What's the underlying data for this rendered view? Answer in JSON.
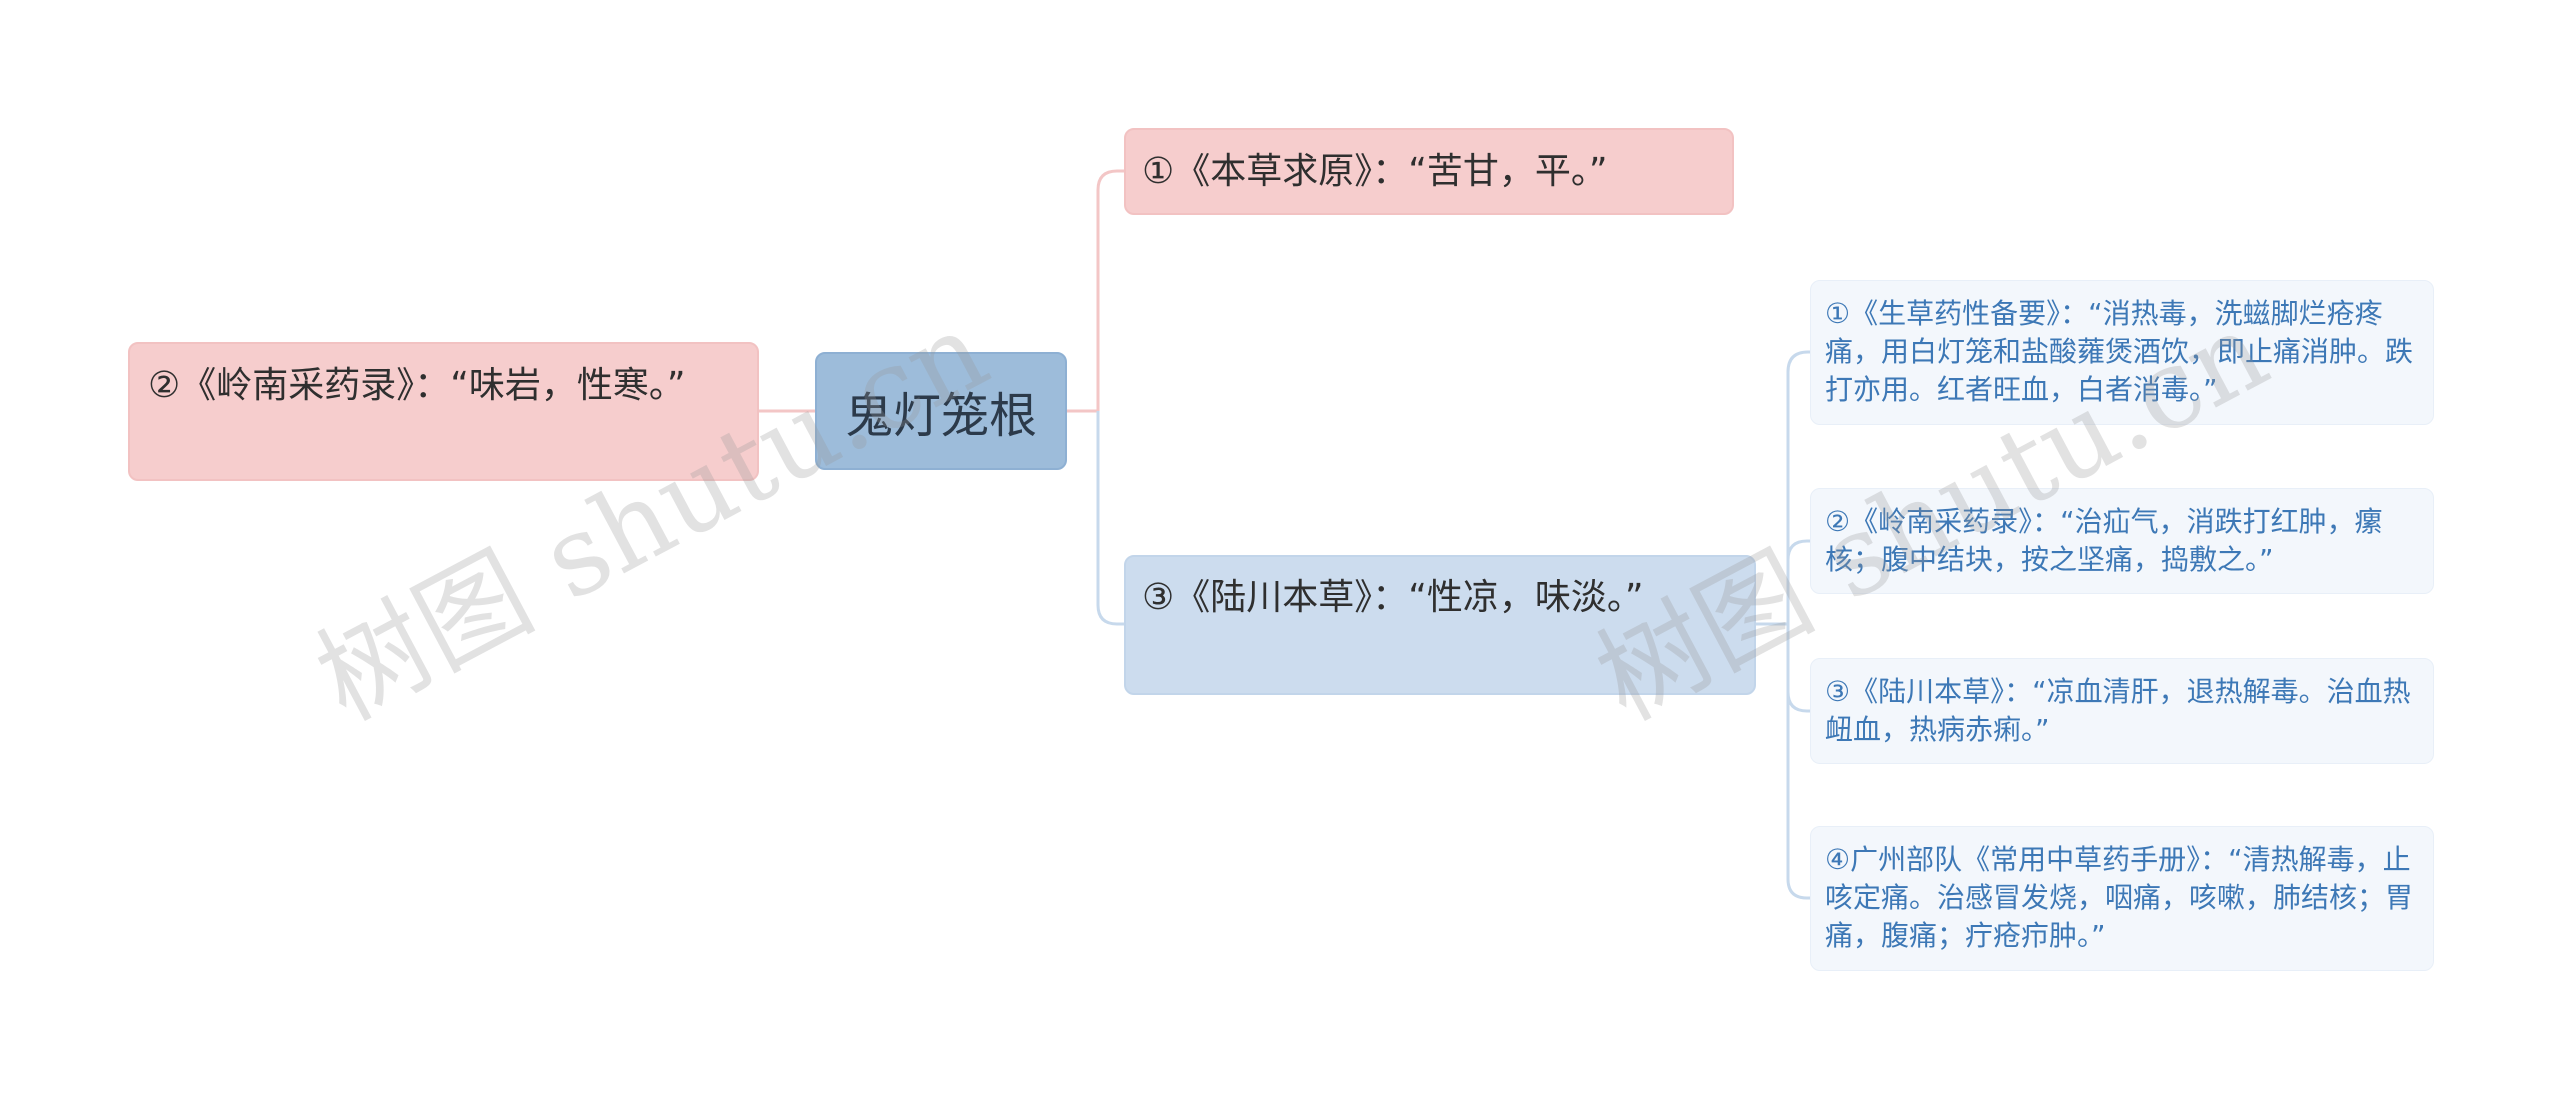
{
  "mindmap": {
    "root": {
      "label": "鬼灯笼根",
      "color": "#9dbcda"
    },
    "left_branch": {
      "label": "②《岭南采药录》：“味岩，性寒。”",
      "color": "#f6cdcd"
    },
    "right_branches": [
      {
        "label": "①《本草求原》：“苦甘，平。”",
        "color": "#f6cdcd"
      },
      {
        "label": "③《陆川本草》：“性凉，味淡。”",
        "color": "#ccdcee",
        "children": [
          {
            "label": "①《生草药性备要》：“消热毒，洗螆脚烂疮疼痛，用白灯笼和盐酸蕹煲酒饮，即止痛消肿。跌打亦用。红者旺血，白者消毒。”"
          },
          {
            "label": "②《岭南采药录》：“治疝气，消跌打红肿，瘰核；腹中结块，按之坚痛，捣敷之。”"
          },
          {
            "label": "③《陆川本草》：“凉血清肝，退热解毒。治血热衄血，热病赤痢。”"
          },
          {
            "label": "④广州部队《常用中草药手册》：“清热解毒，止咳定痛。治感冒发烧，咽痛，咳嗽，肺结核；胃痛，腹痛；疔疮疖肿。”"
          }
        ]
      }
    ]
  },
  "watermark": {
    "text": "树图 shutu.cn"
  },
  "colors": {
    "pink_line": "#f3c6c6",
    "blue_line": "#c7d9ec",
    "leaf_text": "#3d78b6",
    "leaf_bg": "#f3f7fc"
  }
}
